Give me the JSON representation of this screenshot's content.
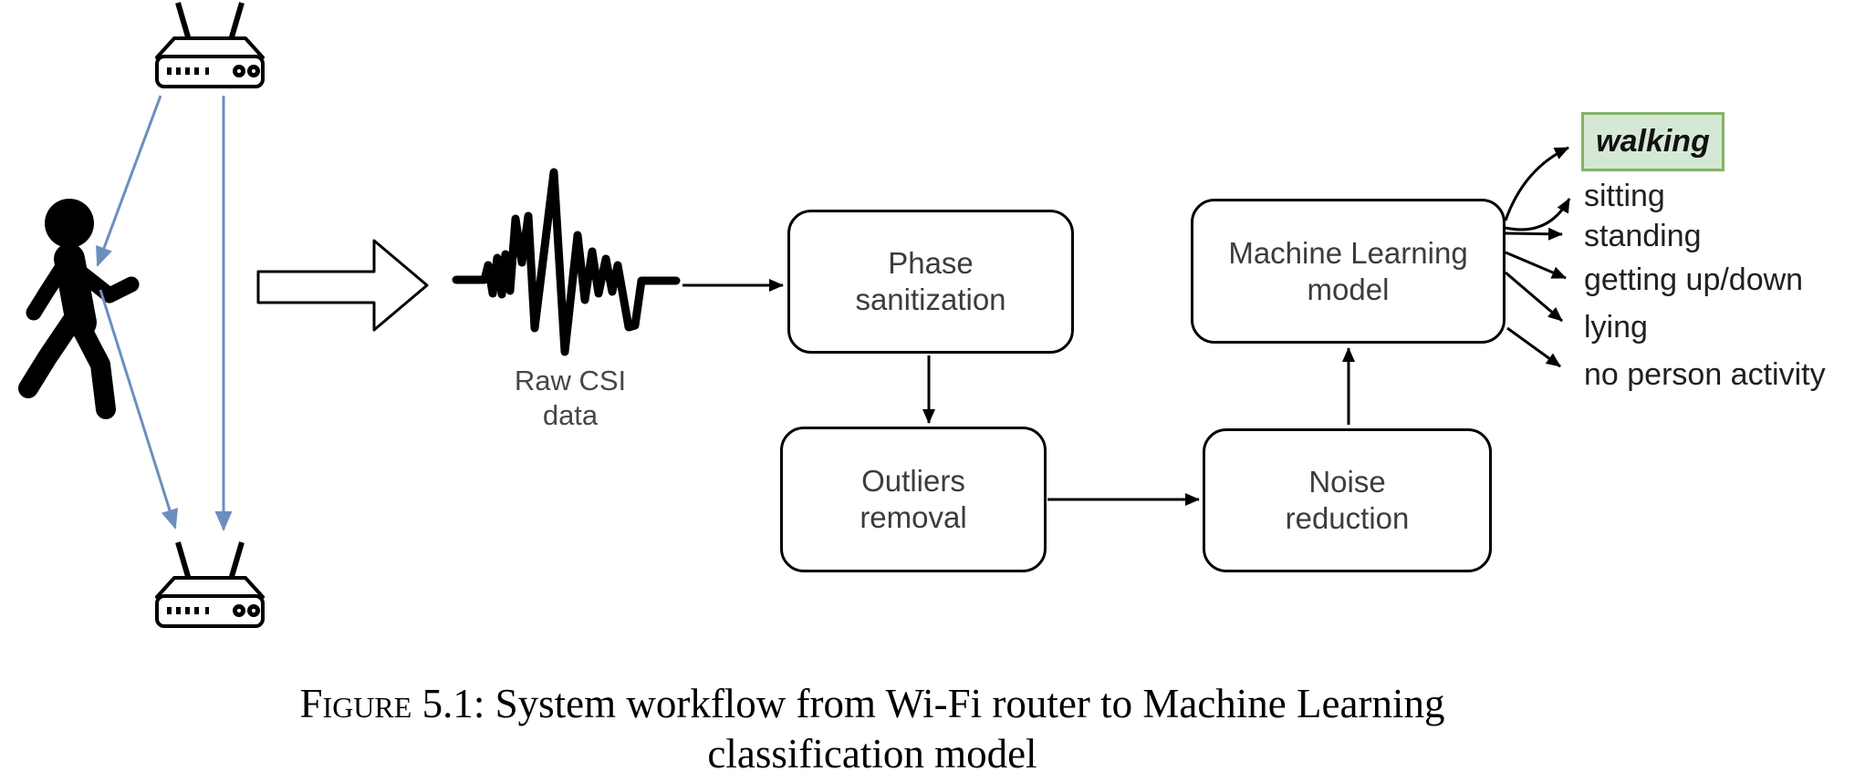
{
  "figure": {
    "caption": {
      "label": "Figure",
      "line1_rest": " 5.1: System workflow from Wi-Fi router to Machine Learning",
      "line2": "classification model"
    }
  },
  "diagram": {
    "icons": {
      "router_top": "wifi-router",
      "router_bottom": "wifi-router",
      "person": "walking-person",
      "signal": "csi-waveform",
      "flow_arrow": "block-arrow-right"
    },
    "source": {
      "line1": "Raw CSI",
      "line2": "data"
    },
    "boxes": {
      "phase": {
        "line1": "Phase",
        "line2": "sanitization"
      },
      "outliers": {
        "line1": "Outliers",
        "line2": "removal"
      },
      "noise": {
        "line1": "Noise",
        "line2": "reduction"
      },
      "ml": {
        "line1": "Machine Learning",
        "line2": "model"
      }
    },
    "outputs": {
      "highlighted": "walking",
      "walking": "walking",
      "sitting": "sitting",
      "standing": "standing",
      "getting_up_down": "getting up/down",
      "lying": "lying",
      "no_person": "no person activity"
    },
    "colors": {
      "highlight_fill": "#d5e8d4",
      "highlight_border": "#82b366",
      "link_blue": "#6c8ebf",
      "ink": "#000000"
    }
  }
}
